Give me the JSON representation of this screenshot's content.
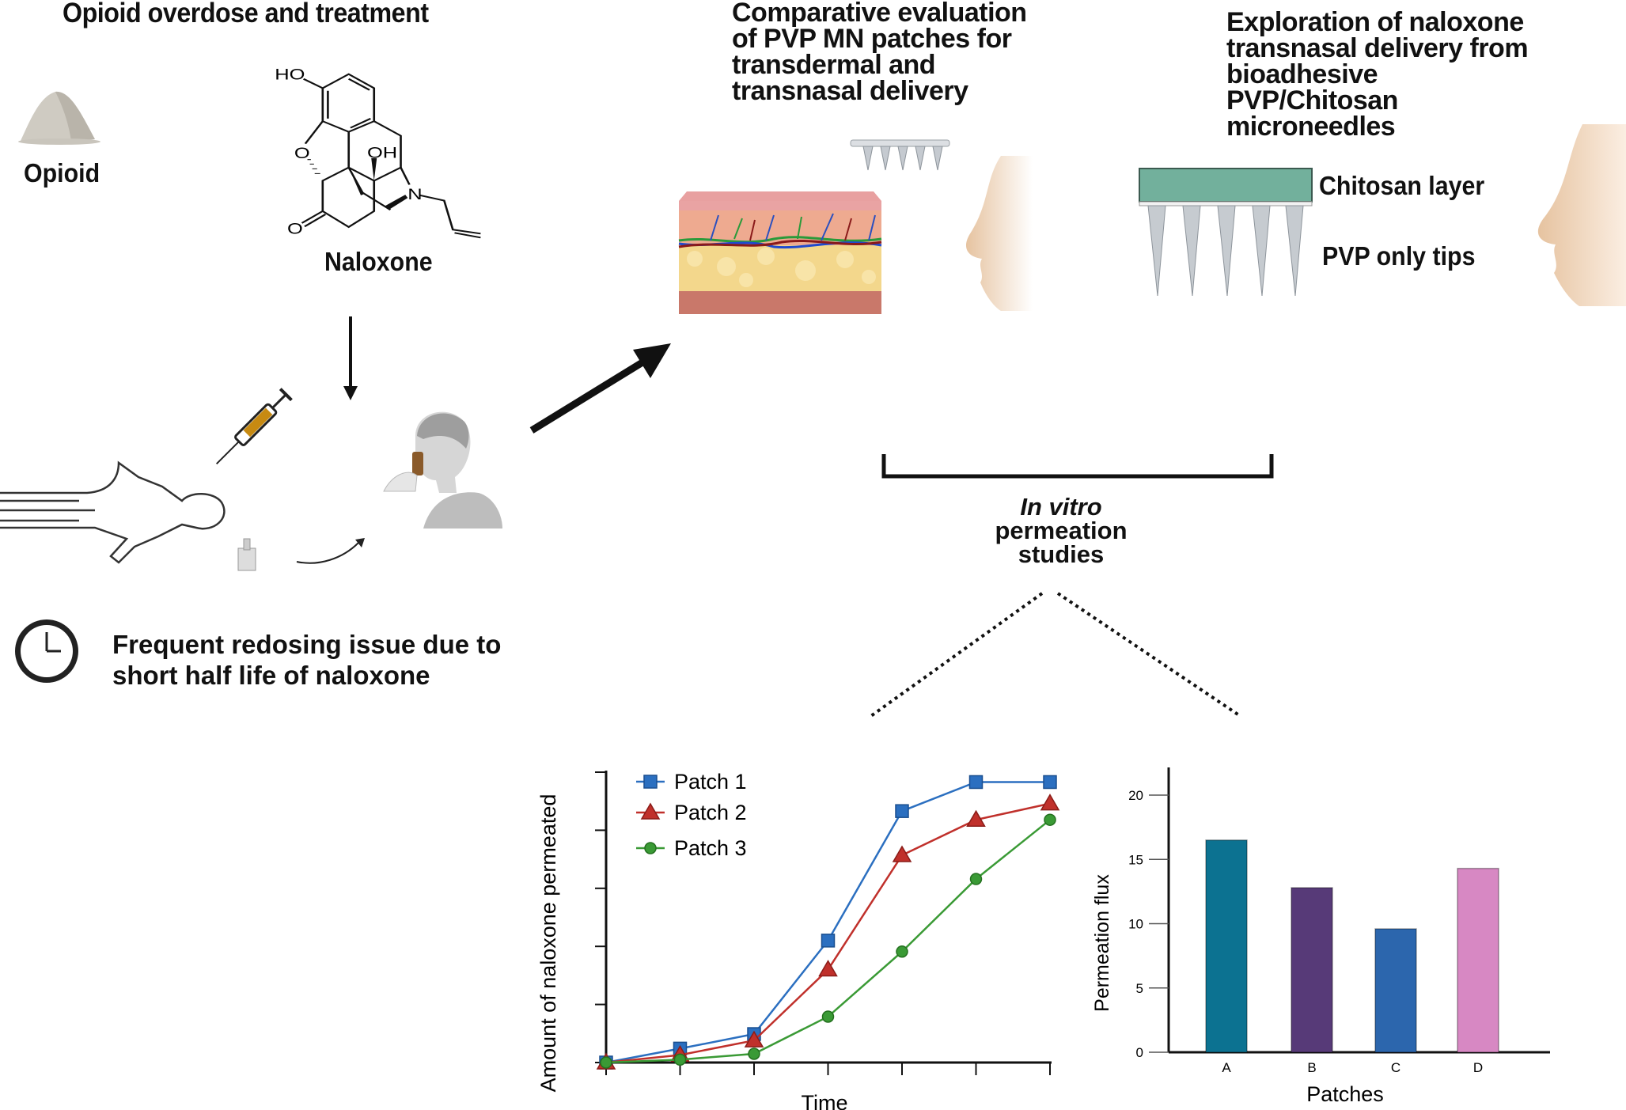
{
  "left_panel": {
    "title": "Opioid overdose and treatment",
    "opioid_label": "Opioid",
    "naloxone_label": "Naloxone",
    "structure_atoms": {
      "ho": "HO",
      "oh": "OH",
      "o_ring": "O",
      "o_keto": "O",
      "n": "N"
    },
    "redosing_lines": [
      "Frequent redosing issue due to",
      "short half life of naloxone"
    ]
  },
  "middle_panel": {
    "title_lines": [
      "Comparative evaluation",
      "of PVP MN patches for",
      "transdermal and",
      "transnasal delivery"
    ]
  },
  "right_panel": {
    "title_lines": [
      "Exploration of naloxone",
      "transnasal delivery from",
      "bioadhesive",
      "PVP/Chitosan",
      "microneedles"
    ],
    "chitosan_label": "Chitosan layer",
    "tips_label": "PVP only tips"
  },
  "studies": {
    "lines": [
      "In vitro",
      "permeation",
      "studies"
    ]
  },
  "colors": {
    "patch1": "#2b6fc0",
    "patch2": "#c0302b",
    "patch3": "#3a9a35",
    "bar_a": "#0c7291",
    "bar_b": "#573a78",
    "bar_c": "#2c66ad",
    "bar_d": "#d788c3",
    "chitosan": "#72b09c"
  },
  "chart_data": [
    {
      "type": "line",
      "title": "",
      "xlabel": "Time",
      "ylabel": "Amount of naloxone permeated",
      "x": [
        0,
        1,
        2,
        3,
        4,
        5,
        6
      ],
      "ylim": [
        0,
        5
      ],
      "y_ticks": [
        0,
        1,
        2,
        3,
        4,
        5
      ],
      "tick_labels_shown": false,
      "legend_position": "top-left",
      "series": [
        {
          "name": "Patch 1",
          "marker": "square",
          "values": [
            0,
            0.24,
            0.49,
            2.1,
            4.33,
            4.83,
            4.83
          ]
        },
        {
          "name": "Patch 2",
          "marker": "triangle",
          "values": [
            0,
            0.13,
            0.38,
            1.6,
            3.57,
            4.18,
            4.46
          ]
        },
        {
          "name": "Patch 3",
          "marker": "circle",
          "values": [
            0,
            0.05,
            0.15,
            0.79,
            1.91,
            3.16,
            4.18
          ]
        }
      ]
    },
    {
      "type": "bar",
      "title": "",
      "xlabel": "Patches",
      "ylabel": "Permeation flux",
      "categories": [
        "A",
        "B",
        "C",
        "D"
      ],
      "values": [
        16.5,
        12.8,
        9.6,
        14.3
      ],
      "ylim": [
        0,
        22
      ],
      "y_ticks": [
        0,
        5,
        10,
        15,
        20
      ],
      "y_tick_labels": [
        "0",
        "5",
        "10",
        "15",
        "20"
      ]
    }
  ]
}
